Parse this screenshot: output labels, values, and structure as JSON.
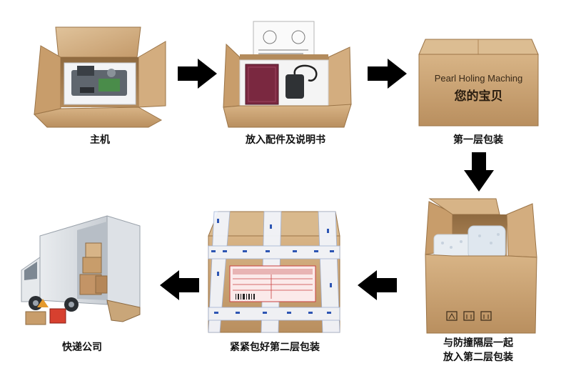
{
  "steps": [
    {
      "label": "主机"
    },
    {
      "label": "放入配件及说明书"
    },
    {
      "label": "第一层包装"
    },
    {
      "label_line1": "与防撞隔层一起",
      "label_line2": "放入第二层包装"
    },
    {
      "label": "紧紧包好第二层包装"
    },
    {
      "label": "快递公司"
    }
  ],
  "box_print": {
    "line1": "Pearl Holing Maching",
    "line2": "您的宝贝"
  },
  "colors": {
    "cardboard": "#c9a375",
    "cardboard_dark": "#a67d4e",
    "cardboard_light": "#ddbf96",
    "arrow": "#000000",
    "tape_blue": "#2d55b3",
    "label_red": "#c94040"
  }
}
